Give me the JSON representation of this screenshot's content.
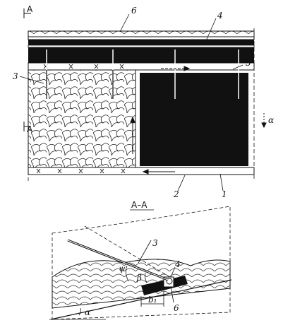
{
  "section_marks": {
    "top_a": "A",
    "mid_a": "A",
    "section_title": "A–A"
  },
  "labels": {
    "l1": "1",
    "l2": "2",
    "l3": "3",
    "l4": "4",
    "l5": "5",
    "l6": "6",
    "alpha_top": "α",
    "bottom_l3": "3",
    "bottom_l4": "4",
    "bottom_l6": "6",
    "psi": "ψ",
    "beta": "β",
    "b1": "b₁",
    "alpha_bottom": "α"
  }
}
